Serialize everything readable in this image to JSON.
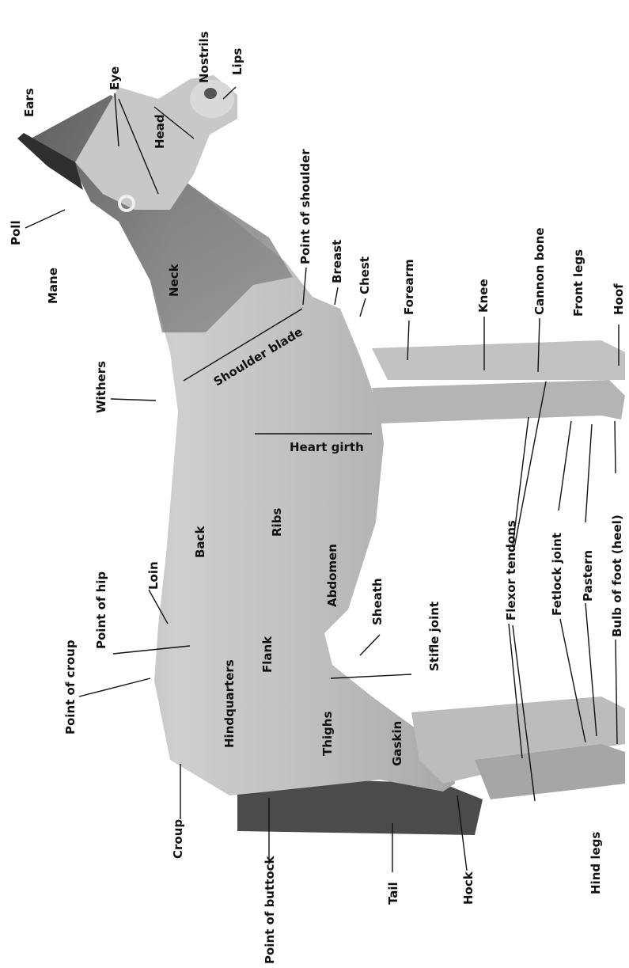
{
  "labels": {
    "nostrils": "Nostrils",
    "lips": "Lips",
    "ears": "Ears",
    "eye": "Eye",
    "head": "Head",
    "poll": "Poll",
    "point_of_shoulder": "Point of shoulder",
    "breast": "Breast",
    "chest": "Chest",
    "mane": "Mane",
    "neck": "Neck",
    "forearm": "Forearm",
    "knee": "Knee",
    "cannon_bone": "Cannon bone",
    "front_legs": "Front legs",
    "hoof": "Hoof",
    "withers": "Withers",
    "shoulder_blade": "Shoulder blade",
    "heart_girth": "Heart girth",
    "ribs": "Ribs",
    "back": "Back",
    "loin": "Loin",
    "abdomen": "Abdomen",
    "point_of_hip": "Point of hip",
    "sheath": "Sheath",
    "stifle_joint": "Stifle joint",
    "flexor_tendons": "Flexor tendons",
    "fetlock_joint": "Fetlock joint",
    "pastern": "Pastern",
    "bulb_of_foot": "Bulb of foot (heel)",
    "flank": "Flank",
    "point_of_croup": "Point of croup",
    "hindquarters": "Hindquarters",
    "thighs": "Thighs",
    "gaskin": "Gaskin",
    "croup": "Croup",
    "point_of_buttock": "Point of buttock",
    "tail": "Tail",
    "hock": "Hock",
    "hind_legs": "Hind legs"
  }
}
